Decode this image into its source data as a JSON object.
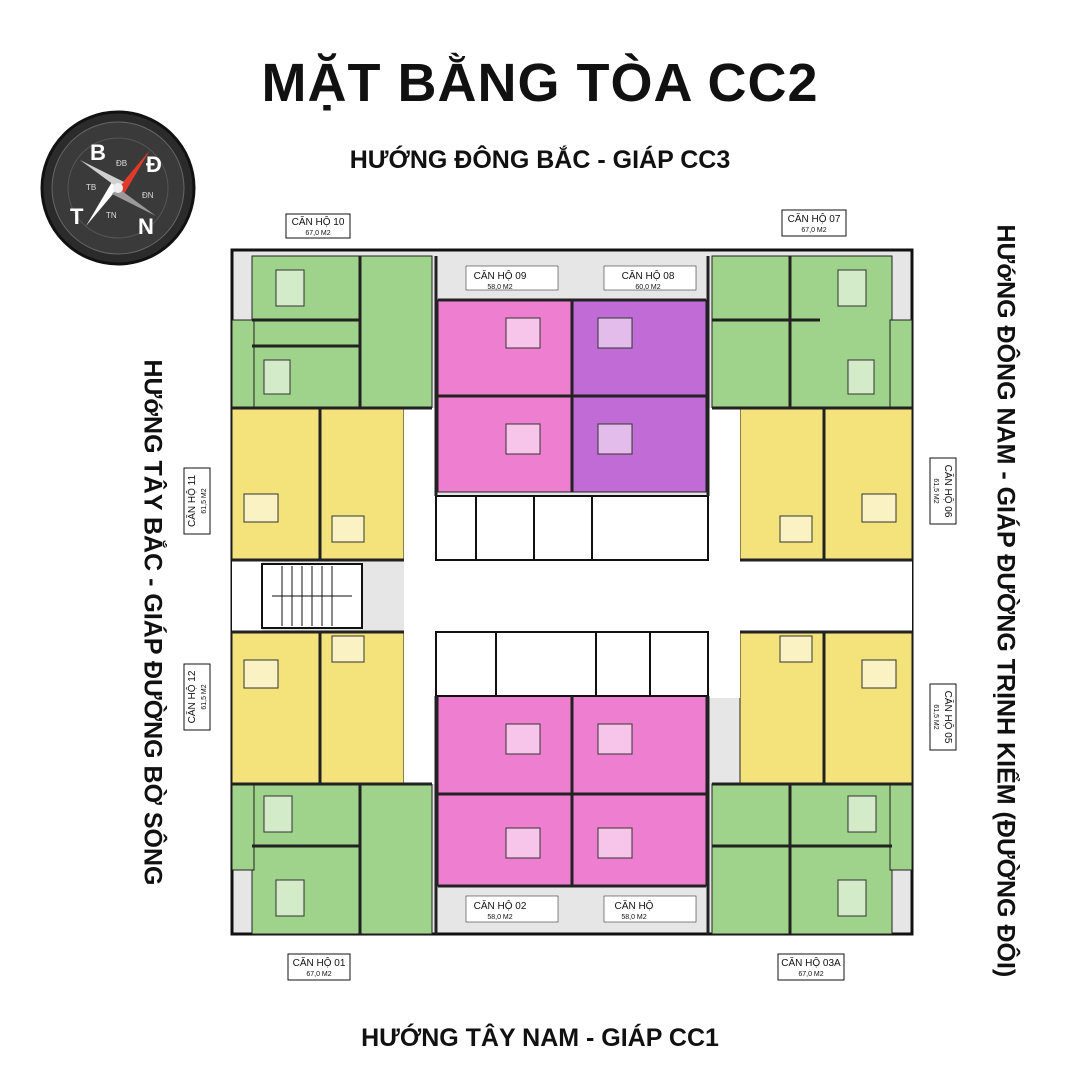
{
  "title": "MẶT BẰNG TÒA CC2",
  "sides": {
    "north": "HƯỚNG ĐÔNG BẮC - GIÁP CC3",
    "south": "HƯỚNG TÂY NAM - GIÁP CC1",
    "west": "HƯớNG TÂY BẮC - GIÁP ĐƯỜNG BỜ SÔNG",
    "east": "HƯớNG ĐÔNG NAM - GIÁP ĐƯỜNG TRỊNH KIỂM (ĐƯỜNG ĐÔI)"
  },
  "compass": {
    "letters": [
      "B",
      "Đ",
      "N",
      "T"
    ],
    "sub_letters": [
      "ĐB",
      "ĐN",
      "TN",
      "TB"
    ]
  },
  "colors": {
    "green": "#9fd28a",
    "yellow": "#f3e37a",
    "pink": "#ee7fd0",
    "purple": "#c06bd6",
    "corridor": "#ffffff"
  },
  "apartments": [
    {
      "name": "CĂN HỘ 10",
      "area": "67,0 M2"
    },
    {
      "name": "CĂN HỘ 09",
      "area": "58,0 M2"
    },
    {
      "name": "CĂN HỘ 08",
      "area": "60,0 M2"
    },
    {
      "name": "CĂN HỘ 07",
      "area": "67,0 M2"
    },
    {
      "name": "CĂN HỘ 11",
      "area": "61,5 M2"
    },
    {
      "name": "CĂN HỘ 06",
      "area": "61,5 M2"
    },
    {
      "name": "CĂN HỘ 12",
      "area": "61,5 M2"
    },
    {
      "name": "CĂN HỘ 05",
      "area": "61,5 M2"
    },
    {
      "name": "CĂN HỘ 02",
      "area": "58,0 M2"
    },
    {
      "name": "CĂN HỘ",
      "area": "58,0 M2"
    },
    {
      "name": "CĂN HỘ 01",
      "area": "67,0 M2"
    },
    {
      "name": "CĂN HỘ 03A",
      "area": "67,0 M2"
    }
  ]
}
